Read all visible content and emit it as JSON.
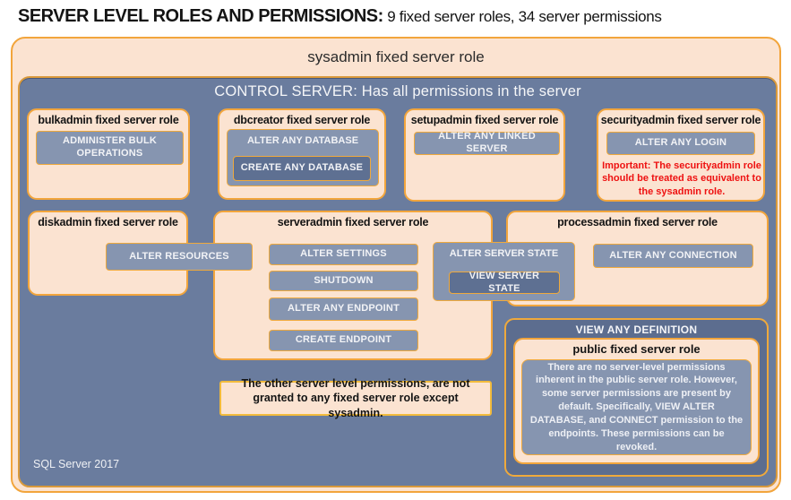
{
  "page_title": {
    "main": "SERVER LEVEL ROLES AND PERMISSIONS:",
    "subtitle": " 9 fixed server roles, 34 server permissions"
  },
  "sysadmin_box": {
    "title": "sysadmin fixed server role"
  },
  "control_server_box": {
    "title": "CONTROL SERVER: Has all permissions in the server"
  },
  "roles": {
    "bulkadmin": {
      "title": "bulkadmin fixed server role",
      "permission": "ADMINISTER BULK OPERATIONS"
    },
    "dbcreator": {
      "title": "dbcreator fixed server role",
      "permission_outer": "ALTER ANY DATABASE",
      "permission_inner": "CREATE ANY DATABASE"
    },
    "setupadmin": {
      "title": "setupadmin fixed server role",
      "permission": "ALTER ANY LINKED SERVER"
    },
    "securityadmin": {
      "title": "securityadmin fixed server role",
      "permission": "ALTER ANY LOGIN",
      "warning": "Important: The securityadmin role should be treated as equivalent to the sysadmin role."
    },
    "diskadmin": {
      "title": "diskadmin fixed server role",
      "permission": "ALTER RESOURCES"
    },
    "serveradmin": {
      "title": "serveradmin fixed server role",
      "permissions": [
        "ALTER SETTINGS",
        "SHUTDOWN",
        "ALTER ANY ENDPOINT",
        "CREATE ENDPOINT"
      ]
    },
    "processadmin": {
      "title": "processadmin fixed server role",
      "permission": "ALTER ANY CONNECTION"
    },
    "shared_server_state": {
      "permission_outer": "ALTER SERVER STATE",
      "permission_inner": "VIEW SERVER STATE"
    },
    "public": {
      "banner": "VIEW ANY DEFINITION",
      "title": "public fixed server role",
      "description": "There are no server-level permissions inherent in the public server role. However, some server permissions are present by default. Specifically, VIEW ALTER DATABASE, and CONNECT permission to the endpoints. These permissions can be revoked."
    }
  },
  "note": "The other server level permissions, are not granted to any fixed server role except sysadmin.",
  "footer": "SQL Server 2017",
  "colors": {
    "peach_fill": "#FBE3D1",
    "gold_border": "#F2A53C",
    "control_blue": "#6A7C9E",
    "permission_blue": "#8695B0",
    "permission_dark_blue": "#5E7092",
    "public_dark_blue": "#5C6D8F",
    "warning_red": "#EE1111"
  }
}
